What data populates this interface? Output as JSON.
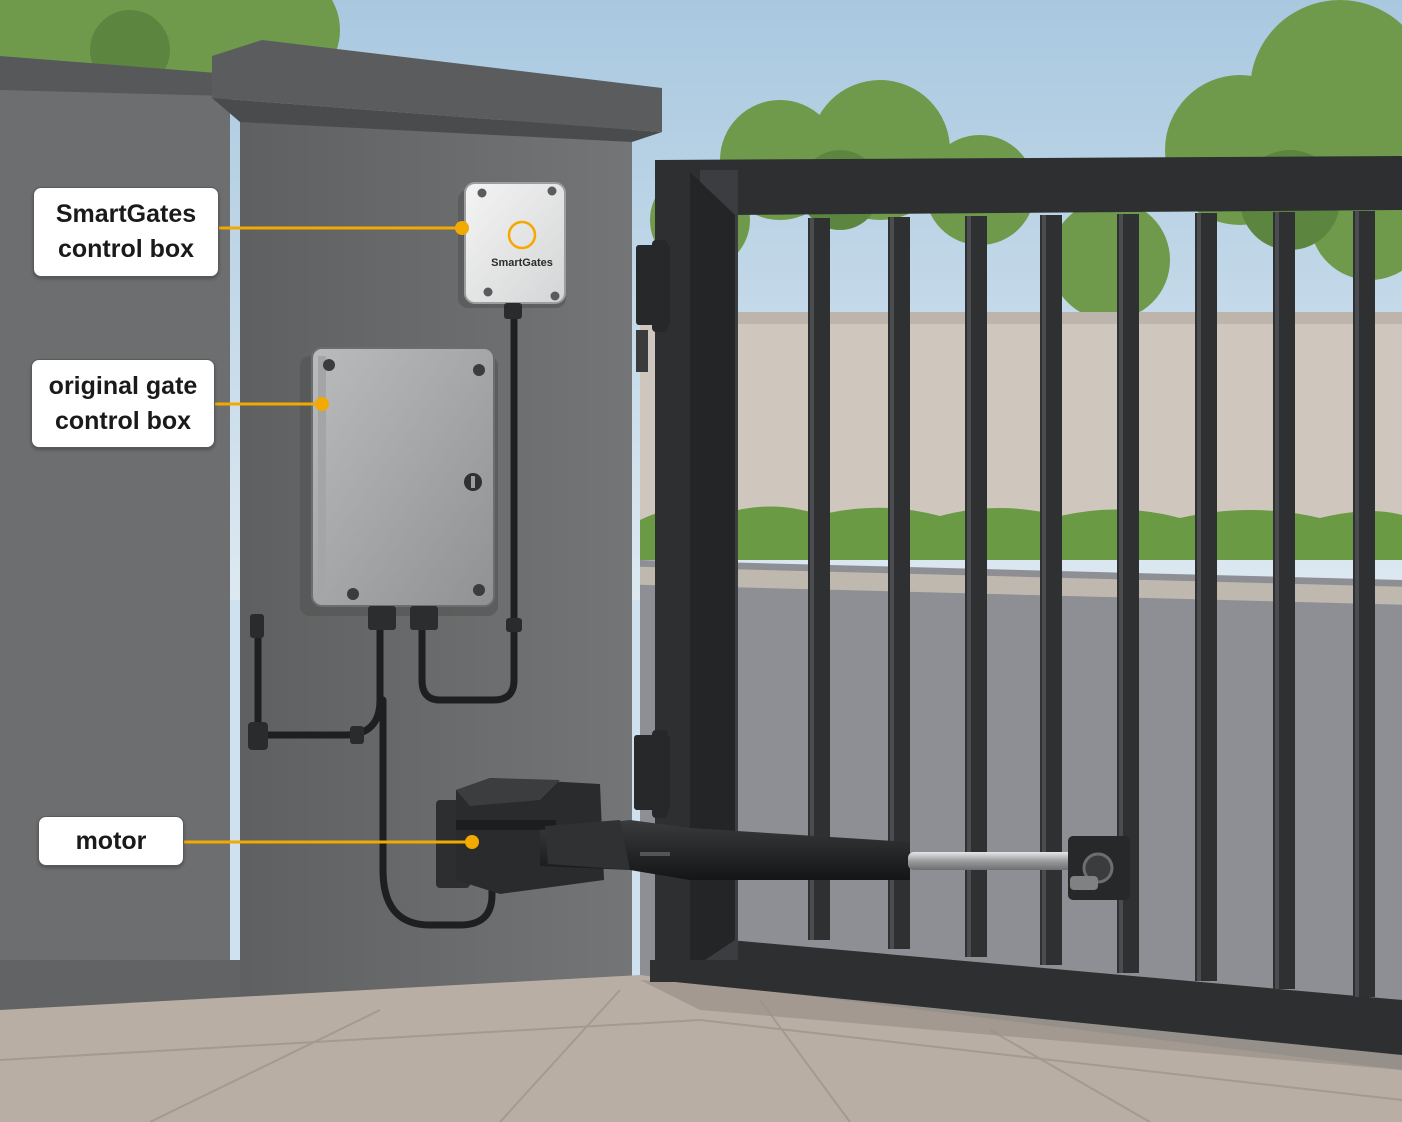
{
  "labels": {
    "smartgates_box": [
      "SmartGates",
      "control box"
    ],
    "original_box": [
      "original gate",
      "control box"
    ],
    "motor": "motor"
  },
  "device_brand": "SmartGates",
  "colors": {
    "leader_line": "#f2a900",
    "sky": "#cfe1ee",
    "pillar": "#6b6b6b",
    "gate_frame": "#2e2f31",
    "pavement": "#b9aea4",
    "foliage": "#6f9a4c"
  },
  "icons": [
    "power-ring-icon",
    "keyhole-icon",
    "screw-icon"
  ]
}
